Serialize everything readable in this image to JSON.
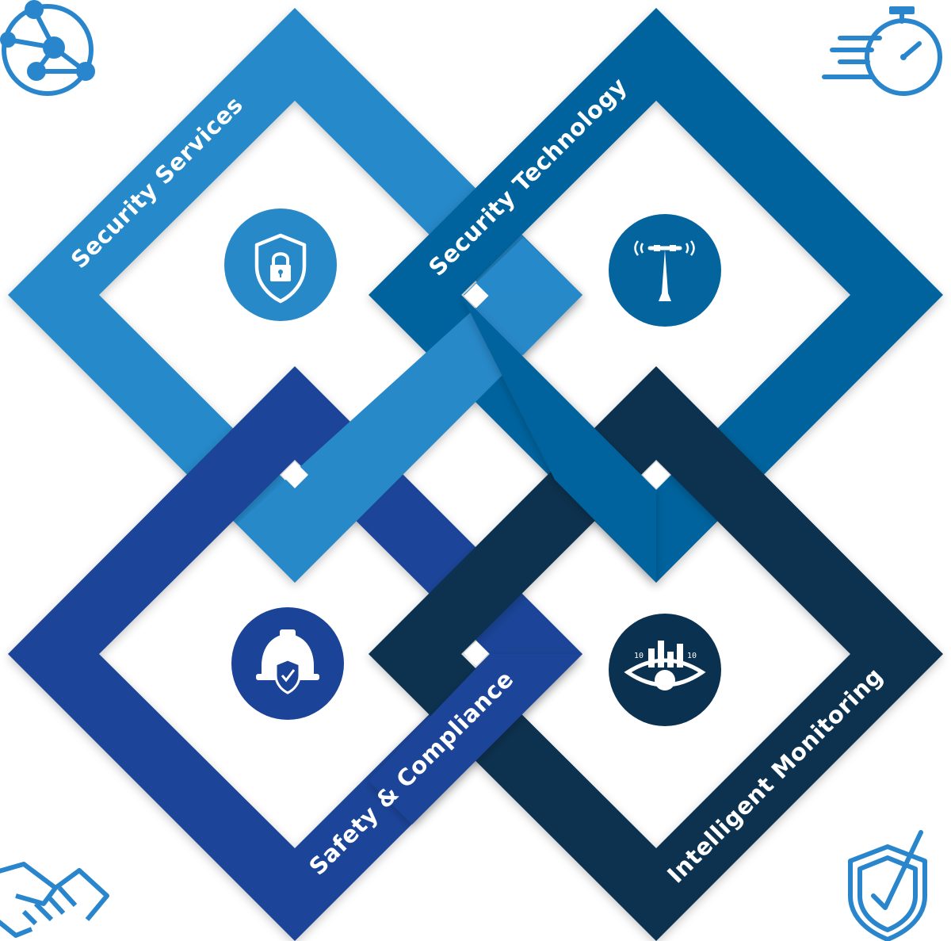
{
  "colors": {
    "background": "#ffffff",
    "security_services": "#2889c9",
    "security_technology": "#04649e",
    "safety_compliance": "#1b4499",
    "intelligent_monitoring": "#0b3150",
    "accent_icon": "#2a86cc"
  },
  "tiles": [
    {
      "id": "security-services",
      "label": "Security Services",
      "icon": "shield-lock-icon"
    },
    {
      "id": "security-technology",
      "label": "Security Technology",
      "icon": "sensor-tower-icon"
    },
    {
      "id": "safety-compliance",
      "label": "Safety & Compliance",
      "icon": "hard-hat-shield-icon"
    },
    {
      "id": "intelligent-monitoring",
      "label": "Intelligent Monitoring",
      "icon": "eye-data-icon"
    }
  ],
  "corner_icons": [
    "globe-network-icon",
    "stopwatch-speed-icon",
    "handshake-icon",
    "shield-check-icon"
  ]
}
